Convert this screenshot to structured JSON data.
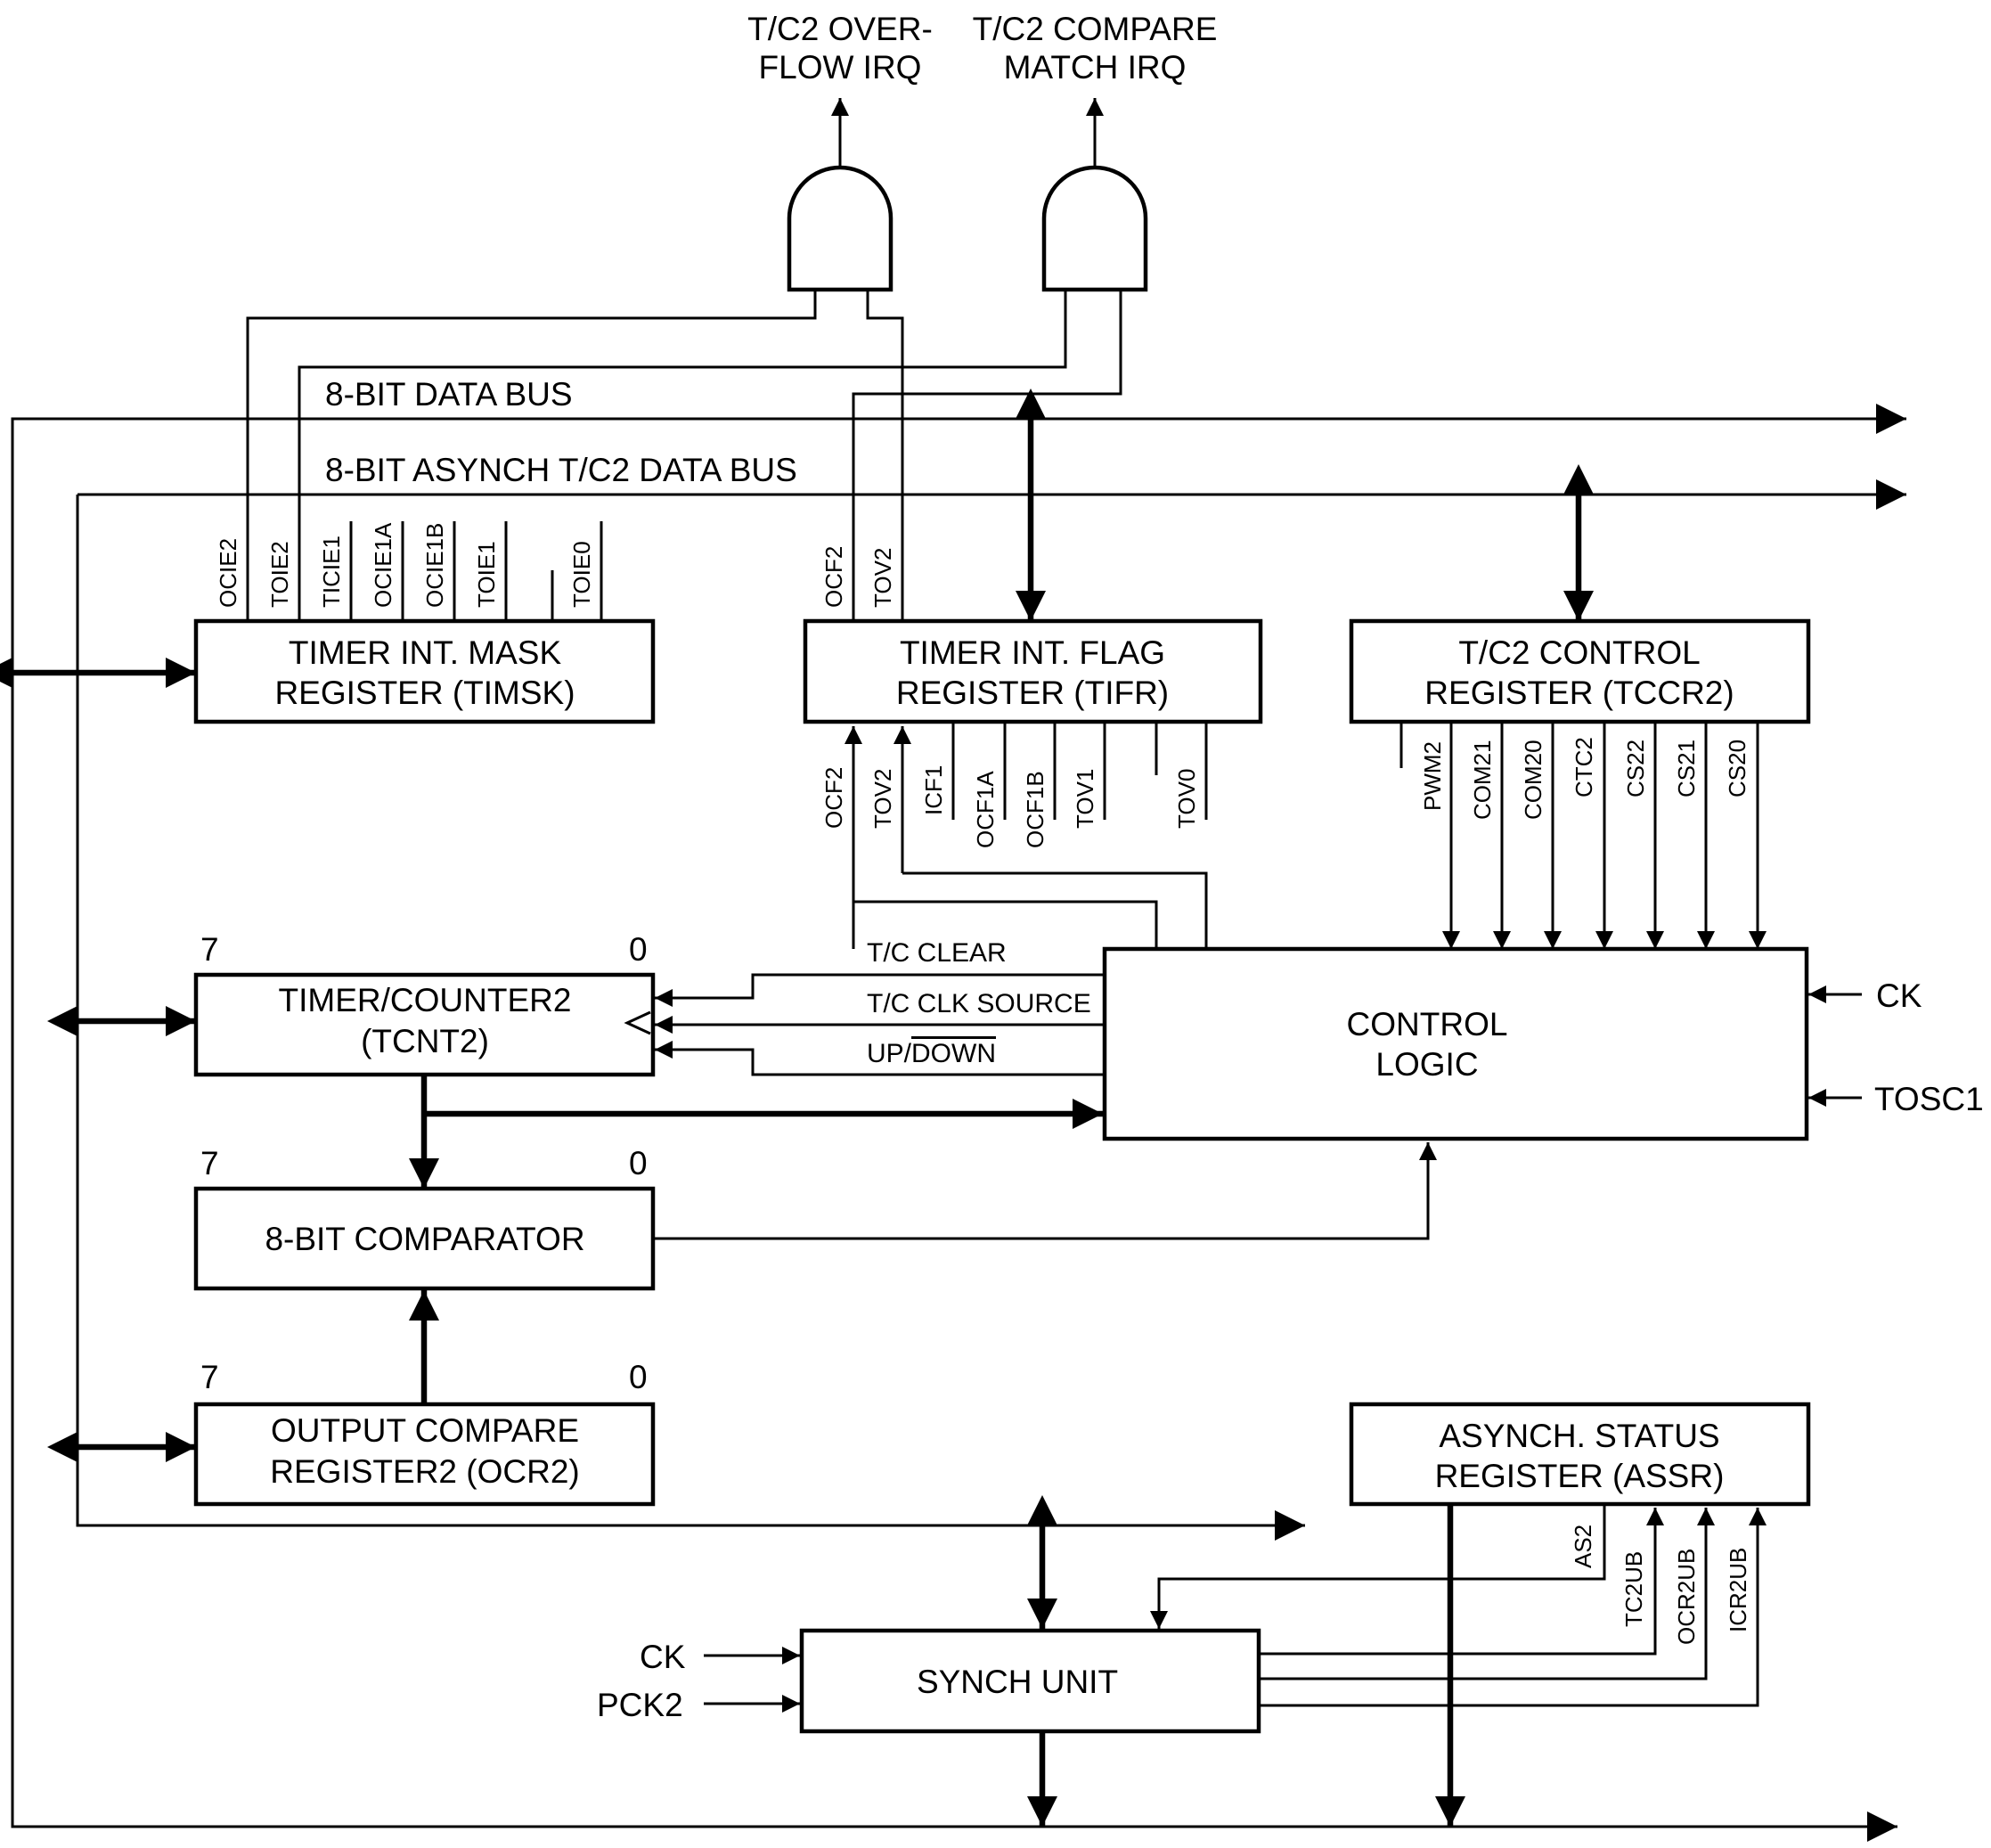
{
  "irq": {
    "overflow": [
      "T/C2 OVER-",
      "FLOW IRQ"
    ],
    "compare": [
      "T/C2 COMPARE",
      "MATCH IRQ"
    ]
  },
  "buses": {
    "data_bus": "8-BIT DATA BUS",
    "asynch_bus": "8-BIT ASYNCH T/C2 DATA BUS"
  },
  "blocks": {
    "timsk": [
      "TIMER INT. MASK",
      "REGISTER (TIMSK)"
    ],
    "tifr": [
      "TIMER INT. FLAG",
      "REGISTER (TIFR)"
    ],
    "tccr2": [
      "T/C2 CONTROL",
      "REGISTER (TCCR2)"
    ],
    "tcnt2": [
      "TIMER/COUNTER2",
      "(TCNT2)"
    ],
    "comparator": [
      "8-BIT COMPARATOR"
    ],
    "ocr2": [
      "OUTPUT COMPARE",
      "REGISTER2 (OCR2)"
    ],
    "control": [
      "CONTROL",
      "LOGIC"
    ],
    "assr": [
      "ASYNCH. STATUS",
      "REGISTER (ASSR)"
    ],
    "synch": [
      "SYNCH UNIT"
    ]
  },
  "bits": {
    "timsk": [
      "OCIE2",
      "TOIE2",
      "TICIE1",
      "OCIE1A",
      "OCIE1B",
      "TOIE1",
      "TOIE0"
    ],
    "tifr_top": [
      "OCF2",
      "TOV2"
    ],
    "tifr_bottom": [
      "OCF2",
      "TOV2",
      "ICF1",
      "OCF1A",
      "OCF1B",
      "TOV1",
      "TOV0"
    ],
    "tccr2": [
      "PWM2",
      "COM21",
      "COM20",
      "CTC2",
      "CS22",
      "CS21",
      "CS20"
    ],
    "assr": [
      "AS2",
      "TC2UB",
      "OCR2UB",
      "ICR2UB"
    ]
  },
  "signals": {
    "tc_clear": "T/C CLEAR",
    "tc_clk_source": "T/C CLK SOURCE",
    "up_down": "UP/DOWN",
    "ck": "CK",
    "tosc1": "TOSC1",
    "ck_synch": "CK",
    "pck2": "PCK2"
  },
  "bit_range": {
    "msb": "7",
    "lsb": "0"
  }
}
